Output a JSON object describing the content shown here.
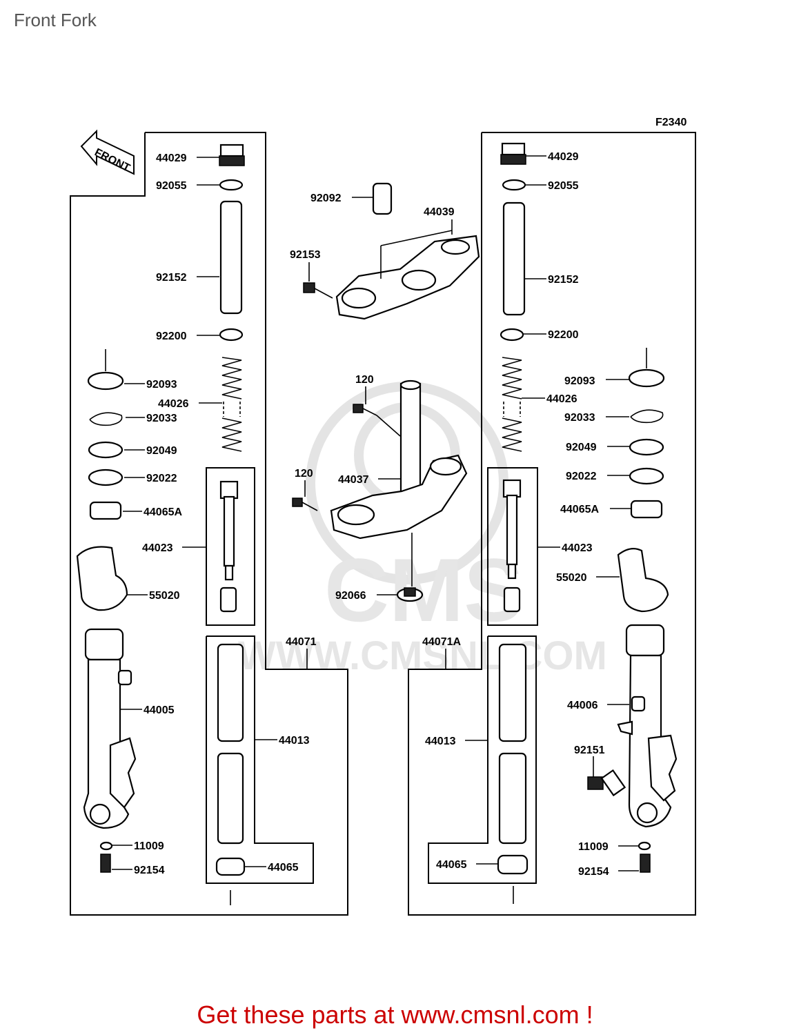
{
  "page": {
    "title": "Front Fork",
    "figure_code": "F2340",
    "front_label": "FRONT"
  },
  "footer": {
    "text": "Get these parts at www.cmsnl.com !"
  },
  "watermark": {
    "text": "WWW.CMSNL.COM",
    "logo": "CMS"
  },
  "labels": {
    "l_44029": "44029",
    "l_92055": "92055",
    "l_92152": "92152",
    "l_92200": "92200",
    "l_92093": "92093",
    "l_44026": "44026",
    "l_92033": "92033",
    "l_92049": "92049",
    "l_92022": "92022",
    "l_44065A": "44065A",
    "l_44023": "44023",
    "l_55020": "55020",
    "l_44071": "44071",
    "l_44005": "44005",
    "l_44013": "44013",
    "l_11009": "11009",
    "l_92154": "92154",
    "l_44065": "44065",
    "r_44029": "44029",
    "r_92055": "92055",
    "r_92152": "92152",
    "r_92200": "92200",
    "r_92093": "92093",
    "r_44026": "44026",
    "r_92033": "92033",
    "r_92049": "92049",
    "r_92022": "92022",
    "r_44065A": "44065A",
    "r_44023": "44023",
    "r_55020": "55020",
    "r_44071A": "44071A",
    "r_44006": "44006",
    "r_92151": "92151",
    "r_44013": "44013",
    "r_11009": "11009",
    "r_92154": "92154",
    "r_44065": "44065",
    "c_92092": "92092",
    "c_44039": "44039",
    "c_92153": "92153",
    "c_120a": "120",
    "c_120b": "120",
    "c_44037": "44037",
    "c_92066": "92066"
  }
}
